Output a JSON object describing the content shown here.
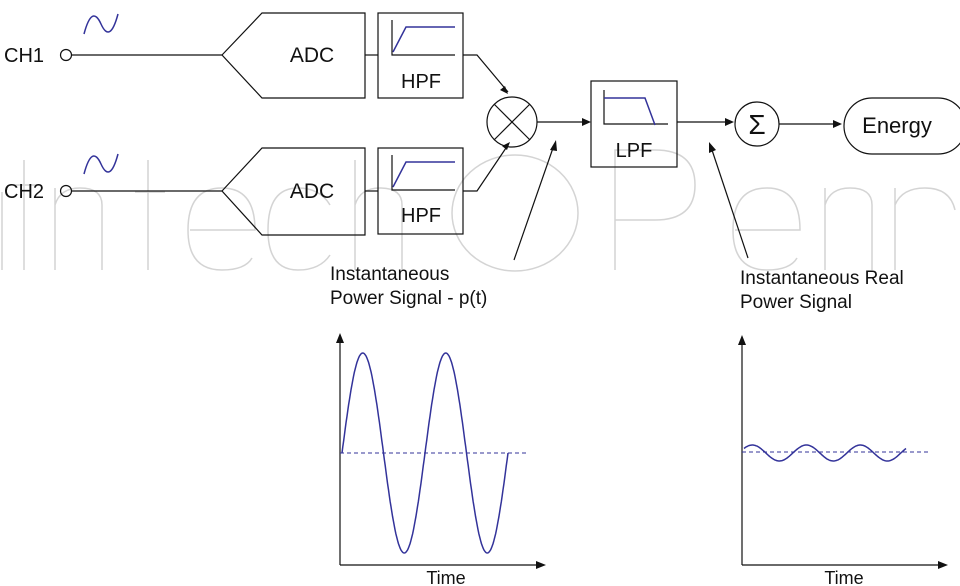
{
  "inputs": {
    "ch1": "CH1",
    "ch2": "CH2"
  },
  "blocks": {
    "adc1": "ADC",
    "adc2": "ADC",
    "hpf1": "HPF",
    "hpf2": "HPF",
    "lpf": "LPF",
    "sum_symbol": "Σ",
    "energy": "Energy"
  },
  "annotations": {
    "inst_power_line1": "Instantaneous",
    "inst_power_line2": "Power Signal - p(t)",
    "real_power_line1": "Instantaneous Real",
    "real_power_line2": "Power Signal"
  },
  "plots": {
    "left": {
      "xlabel": "Time",
      "signal": "p(t)",
      "mean": 0.0,
      "amplitude": 1.0,
      "cycles": 2
    },
    "right": {
      "xlabel": "Time",
      "signal": "real power",
      "mean": 0.0,
      "ripple_amplitude": 0.1,
      "cycles": 3
    }
  },
  "watermark": "IntechOpen"
}
